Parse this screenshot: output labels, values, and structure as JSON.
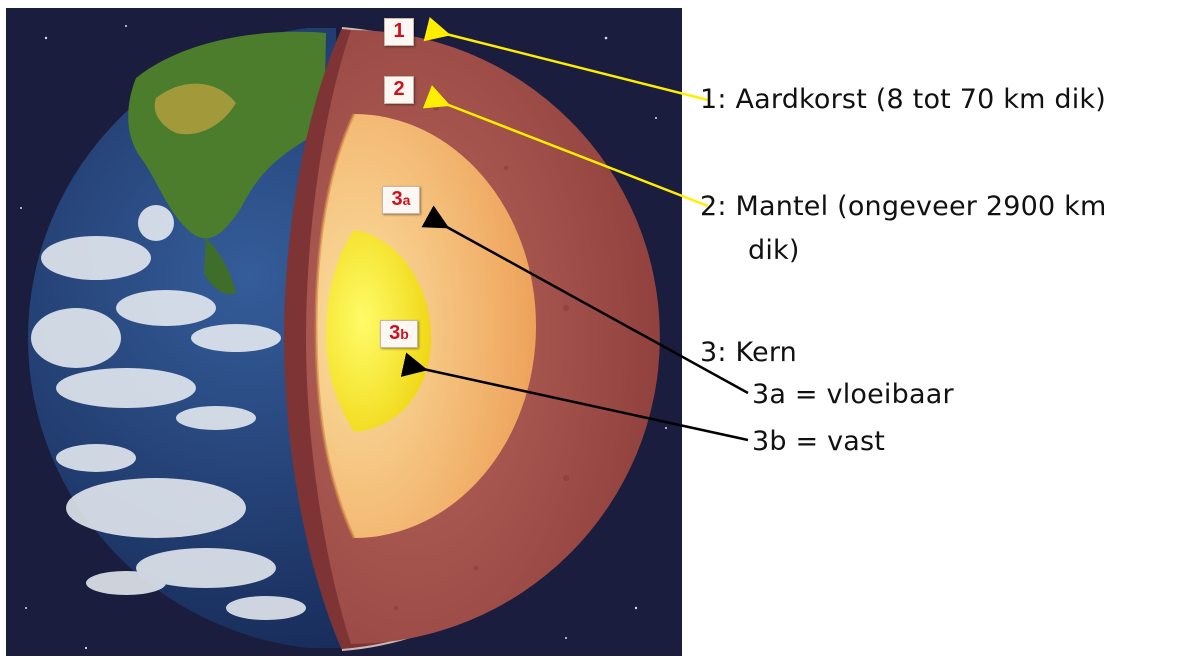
{
  "tags": {
    "t1": "1",
    "t2": "2",
    "t3a_num": "3",
    "t3a_sub": "a",
    "t3b_num": "3",
    "t3b_sub": "b"
  },
  "labels": {
    "crust": "1: Aardkorst (8 tot 70 km dik)",
    "mantle_line1": "2: Mantel (ongeveer 2900 km",
    "mantle_line2": "dik)",
    "core": "3: Kern",
    "outer_core": "3a  = vloeibaar",
    "inner_core": "3b  = vast"
  },
  "colors": {
    "space": "#1a1d3d",
    "ocean": "#22427a",
    "land": "#3f7a2a",
    "crust": "#8c3c3c",
    "mantle": "#a85a52",
    "outer_core": "#f2b860",
    "inner_core": "#f4e816",
    "leader_crust_mantle": "#ffee00",
    "leader_core": "#000000"
  }
}
